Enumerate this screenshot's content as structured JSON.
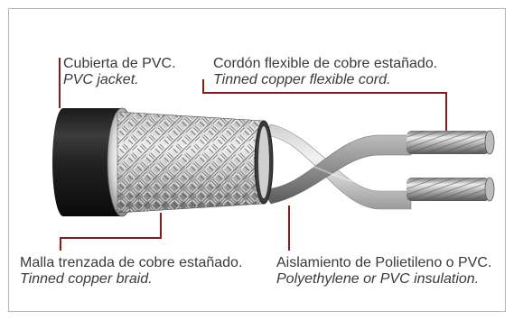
{
  "callouts": {
    "jacket": {
      "es": "Cubierta de PVC.",
      "en": "PVC jacket."
    },
    "conductor": {
      "es": "Cordón flexible de cobre estañado.",
      "en": "Tinned copper flexible cord."
    },
    "braid": {
      "es": "Malla trenzada de cobre estañado.",
      "en": "Tinned copper braid."
    },
    "insulation": {
      "es": "Aislamiento de Polietileno o PVC.",
      "en": "Polyethylene or PVC insulation."
    }
  },
  "colors": {
    "leader": "#8b1a1a",
    "frame": "#b5b5b5",
    "text": "#3a3a3a"
  }
}
